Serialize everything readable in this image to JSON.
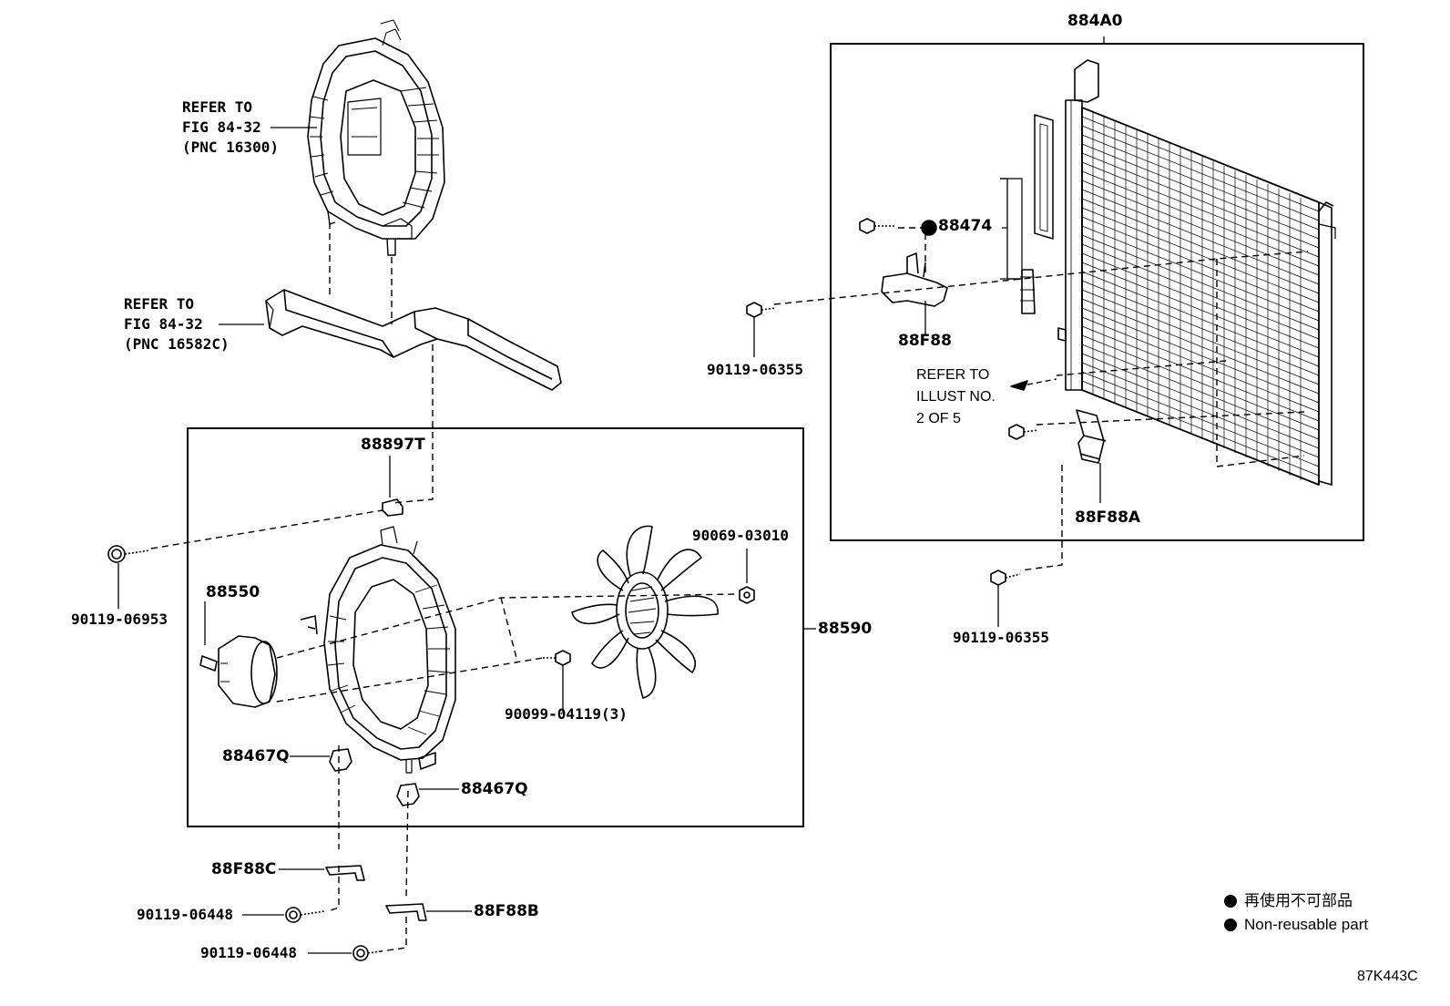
{
  "assembly_labels": {
    "condenser_assy": "884A0",
    "fan_assy": "88590"
  },
  "part_labels": {
    "p_88474": "88474",
    "p_88F88": "88F88",
    "p_88F88A": "88F88A",
    "p_88897T": "88897T",
    "p_88550": "88550",
    "p_90069_03010": "90069-03010",
    "p_90099_04119": "90099-04119(3)",
    "p_88467Q_left": "88467Q",
    "p_88467Q_right": "88467Q",
    "p_88F88C": "88F88C",
    "p_88F88B": "88F88B",
    "p_90119_06953": "90119-06953",
    "p_90119_06355_left": "90119-06355",
    "p_90119_06355_right": "90119-06355",
    "p_90119_06448_upper": "90119-06448",
    "p_90119_06448_lower": "90119-06448"
  },
  "references": {
    "shroud_ref": [
      "REFER TO",
      "FIG 84-32",
      "(PNC 16300)"
    ],
    "support_ref": [
      "REFER TO",
      "FIG 84-32",
      "(PNC 16582C)"
    ],
    "illust_ref": [
      "REFER TO",
      "ILLUST NO.",
      "2 OF 5"
    ]
  },
  "legend": {
    "item_jp": "再使用不可部品",
    "item_en": "Non-reusable part"
  },
  "figure_id": "87K443C"
}
